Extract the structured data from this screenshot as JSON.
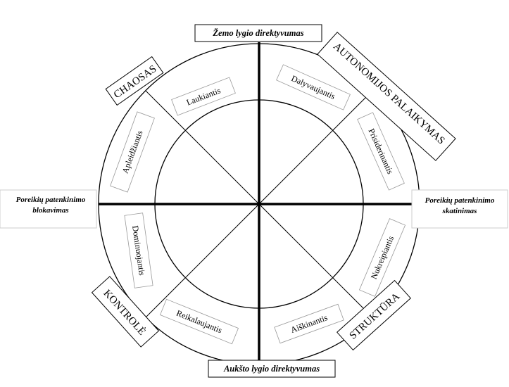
{
  "axes": {
    "top": "Žemo lygio direktyvumas",
    "bottom": "Aukšto lygio direktyvumas",
    "left_line1": "Poreikių patenkinimo",
    "left_line2": "blokavimas",
    "right_line1": "Poreikių patenkinimo",
    "right_line2": "skatinimas"
  },
  "outer_labels": {
    "chaos": "CHAOSAS",
    "autonomy": "AUTONOMIJOS PALAIKYMAS",
    "control": "KONTROLĖ",
    "structure": "STRUKTŪRA"
  },
  "segments": {
    "laukiantis": "Laukiantis",
    "dalyvaujantis": "Dalyvaujantis",
    "prisiderinantis": "Prisiderinantis",
    "nukreipiantis": "Nukreipiantis",
    "aiskinantis": "Aiškinantis",
    "reikalaujantis": "Reikalaujantis",
    "dominuojantis": "Dominuojantis",
    "apleidziantis": "Apleidžiantis"
  }
}
